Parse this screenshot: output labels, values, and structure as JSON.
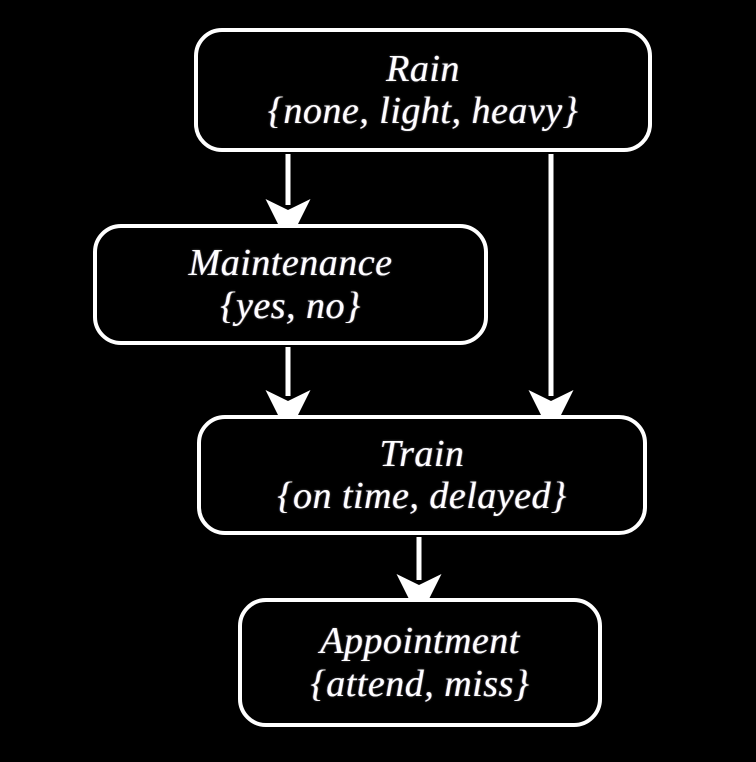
{
  "diagram": {
    "type": "bayesian-network",
    "title": "Rain / Maintenance / Train / Appointment Bayesian network",
    "background_color": "#000000",
    "node_border_color": "#ffffff",
    "text_color": "#ffffff",
    "edge_color": "#ffffff",
    "nodes": [
      {
        "id": "rain",
        "title": "Rain",
        "states": "{none, light, heavy}",
        "state_list": [
          "none",
          "light",
          "heavy"
        ]
      },
      {
        "id": "maintenance",
        "title": "Maintenance",
        "states": "{yes, no}",
        "state_list": [
          "yes",
          "no"
        ]
      },
      {
        "id": "train",
        "title": "Train",
        "states": "{on time, delayed}",
        "state_list": [
          "on time",
          "delayed"
        ]
      },
      {
        "id": "appointment",
        "title": "Appointment",
        "states": "{attend, miss}",
        "state_list": [
          "attend",
          "miss"
        ]
      }
    ],
    "edges": [
      {
        "id": "rain-to-maintenance",
        "from": "Rain",
        "to": "Maintenance"
      },
      {
        "id": "rain-to-train",
        "from": "Rain",
        "to": "Train"
      },
      {
        "id": "maintenance-to-train",
        "from": "Maintenance",
        "to": "Train"
      },
      {
        "id": "train-to-appointment",
        "from": "Train",
        "to": "Appointment"
      }
    ]
  }
}
